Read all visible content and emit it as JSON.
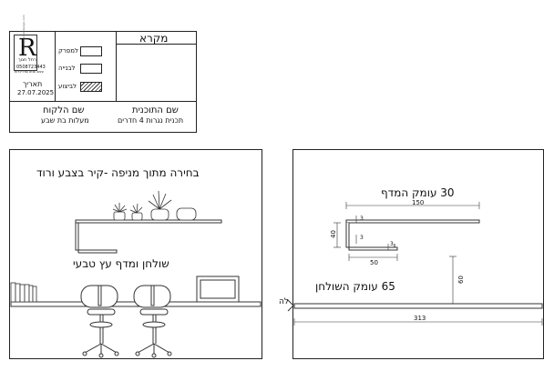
{
  "title_block": {
    "logo_letter": "R",
    "logo_name": "רחל חנוך",
    "logo_phone": "0508723443",
    "logo_tagline": "עיצוב פנים ואדריכלות",
    "logo_side": "rachelhanochdesign.com",
    "date_label": "תאריך",
    "date_value": "27.07.2025",
    "legend_header": "מקרא",
    "legend": [
      {
        "label": "למפרק",
        "pattern": "empty"
      },
      {
        "label": "לבנייה",
        "pattern": "empty"
      },
      {
        "label": "לביצוע",
        "pattern": "hatch"
      }
    ],
    "client_label": "שם הלקוח",
    "client_value": "מעלות בת שבע",
    "plan_label": "שם התוכנית",
    "plan_value": "תכנית נגרות 4 חדרים"
  },
  "elevation": {
    "wall_note": "בחירה מתוך מניפה -קיר בצבע ורוד",
    "desk_note": "שולחן ומדף עץ טבעי"
  },
  "section": {
    "shelf_depth_note": "30 עומק המדף",
    "desk_depth_note": "65 עומק השולחן",
    "dim_shelf_length": "150",
    "dim_total_length": "313",
    "dim_bracket_height": "40",
    "dim_bracket_width": "50",
    "dim_desk_height": "60",
    "dim_thickness_a": "3",
    "dim_thickness_b": "3",
    "dim_thickness_c": "3",
    "side_mark": "לה"
  }
}
